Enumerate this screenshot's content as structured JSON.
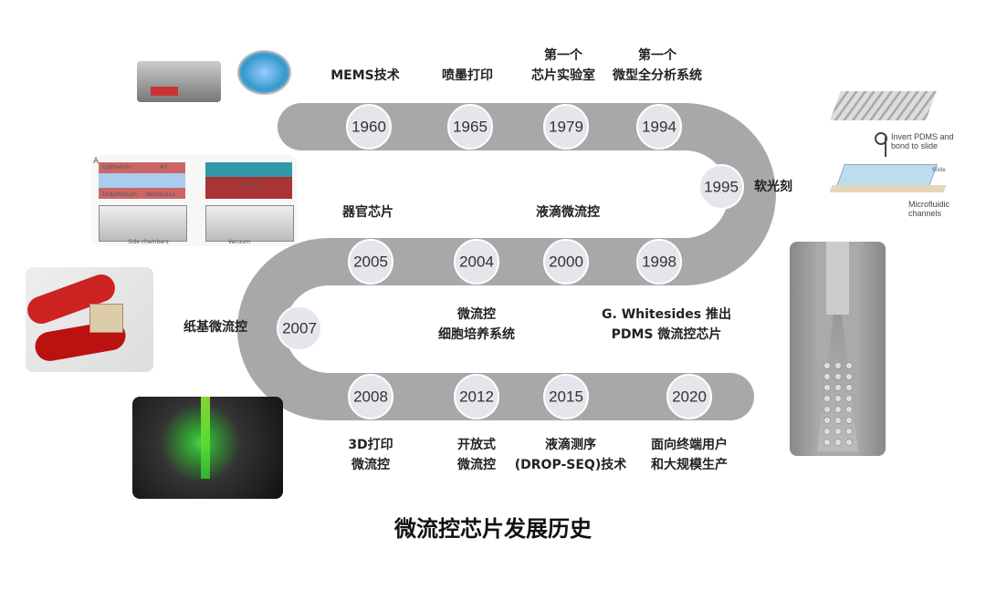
{
  "title": "微流控芯片发展历史",
  "colors": {
    "track": "#a8a8a8",
    "node_fill": "#e4e6ec",
    "node_border": "#ffffff",
    "text": "#222222"
  },
  "milestones": [
    {
      "year": "1960",
      "label": [
        "MEMS技术"
      ]
    },
    {
      "year": "1965",
      "label": [
        "喷墨打印"
      ]
    },
    {
      "year": "1979",
      "label": [
        "第一个",
        "芯片实验室"
      ]
    },
    {
      "year": "1994",
      "label": [
        "第一个",
        "微型全分析系统"
      ]
    },
    {
      "year": "1995",
      "label": [
        "软光刻"
      ]
    },
    {
      "year": "1998",
      "label": [
        "G. Whitesides 推出",
        "PDMS 微流控芯片"
      ]
    },
    {
      "year": "2000",
      "label": [
        "液滴微流控"
      ]
    },
    {
      "year": "2004",
      "label": [
        "微流控",
        "细胞培养系统"
      ]
    },
    {
      "year": "2005",
      "label": [
        "器官芯片"
      ]
    },
    {
      "year": "2007",
      "label": [
        "纸基微流控"
      ]
    },
    {
      "year": "2008",
      "label": [
        "3D打印",
        "微流控"
      ]
    },
    {
      "year": "2012",
      "label": [
        "开放式",
        "微流控"
      ]
    },
    {
      "year": "2015",
      "label": [
        "液滴测序",
        "(DROP-SEQ)技术"
      ]
    },
    {
      "year": "2020",
      "label": [
        "面向终端用户",
        "和大规模生产"
      ]
    }
  ],
  "images": {
    "pdms": {
      "labels": [
        "Invert PDMS and bond to slide",
        "Slide",
        "Microfluidic channels"
      ]
    },
    "organ": {
      "labels": [
        "A",
        "Epithelium",
        "Air",
        "Endothelium",
        "Membrane",
        "Stretch",
        "Side chambers",
        "Vacuum"
      ]
    }
  }
}
